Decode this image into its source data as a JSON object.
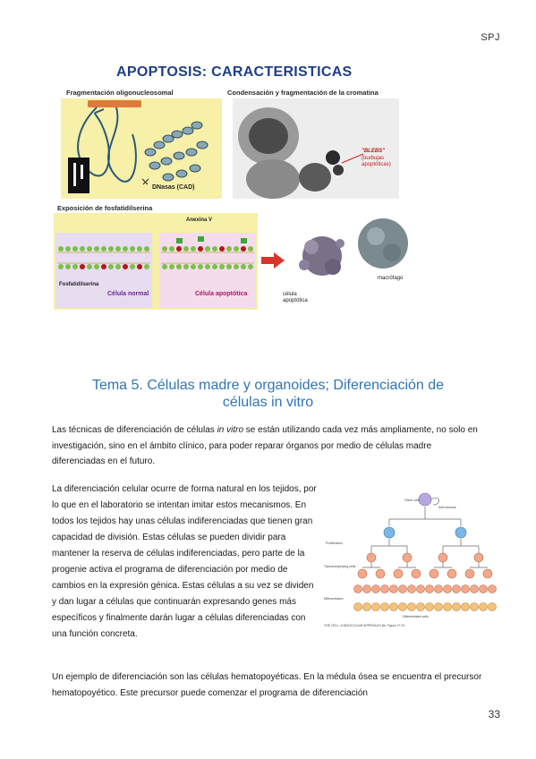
{
  "header": {
    "mark": "SPJ"
  },
  "figure": {
    "title": "APOPTOSIS: CARACTERISTICAS",
    "panels": {
      "frag_oligo": "Fragmentación oligonucleosomal",
      "dnasas": "DNasas (CAD)",
      "condensacion": "Condensación y fragmentación de la cromatina",
      "blebs": "\"BLEBS\"",
      "blebs_sub1": "(burbujas",
      "blebs_sub2": "apoptóticas)",
      "exposicion": "Exposición de fosfatidilserina",
      "anexina": "Anexina V",
      "fosfatidilserina": "Fosfatidilserina",
      "celula_normal": "Célula normal",
      "celula_apoptotica": "Célula apoptótica",
      "macrofago": "macrófago",
      "celula_apop_1": "célula",
      "celula_apop_2": "apoptótica"
    },
    "colors": {
      "title": "#1f3e8a",
      "panel_bg": "#f6f0a8",
      "lipid_head": "#7cc04a",
      "ps_dot": "#b01818",
      "arrow": "#d9342b",
      "normal_bg": "#e8dcf0",
      "apoptotic_bg": "#f4dcec"
    }
  },
  "section": {
    "heading_line1": "Tema 5. Células madre y organoides; Diferenciación de",
    "heading_line2": "células in vitro"
  },
  "paragraphs": {
    "p1_part1": "Las técnicas de diferenciación de células ",
    "p1_ital": "in vitro",
    "p1_part2": " se están utilizando cada vez más ampliamente, no solo en investigación, sino en el ámbito clínico, para poder reparar órganos por medio de células madre diferenciadas en el futuro.",
    "p2": "La diferenciación celular ocurre de forma natural en los tejidos, por lo que en el laboratorio se intentan imitar estos mecanismos. En todos los tejidos hay unas células indiferenciadas que tienen gran capacidad de división. Estas células se pueden dividir para mantener la reserva de células indiferenciadas, pero parte de la progenie activa el programa de diferenciación por medio de cambios en la expresión génica. Estas células a su vez se dividen y dan lugar a células que continuarán expresando genes más específicos y finalmente darán lugar a células diferenciadas con una función concreta.",
    "p3": "Un ejemplo de diferenciación son las células hematopoyéticas. En la médula ósea se encuentra el precursor hematopoyético. Este precursor puede comenzar el programa de diferenciación"
  },
  "hema_figure": {
    "stem_cell": "Stem cell",
    "self_renewal": "Self-renewal",
    "proliferation": "Proliferation",
    "transit": "Transit amplifying cells",
    "differentiation": "Differentiation",
    "differentiated": "Differentiated cells",
    "caption": "THE CELL: A MOLECULAR APPROACH 8e, Figure 17.24",
    "colors": {
      "stem": "#b9a7e0",
      "mid": "#79b7e8",
      "transit": "#f2a98a",
      "diff": "#f4c27a"
    }
  },
  "footer": {
    "page_number": "33"
  }
}
